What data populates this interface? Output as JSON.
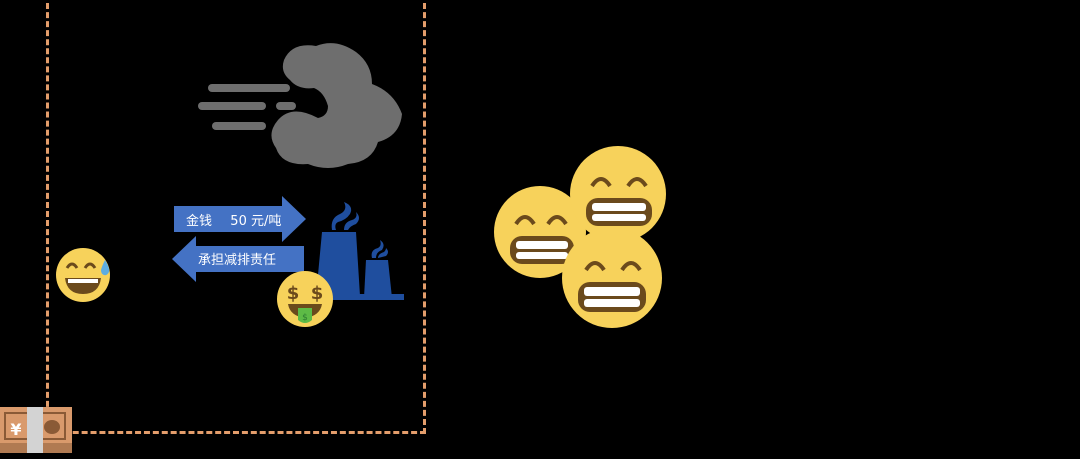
{
  "diagram": {
    "boundary": {
      "style": "dashed",
      "color": "#E39D6B"
    },
    "arrows": [
      {
        "id": "money",
        "direction": "right",
        "label_part1": "金钱",
        "label_part2": "50 元/吨",
        "color": "#4472C4"
      },
      {
        "id": "responsibility",
        "direction": "left",
        "label": "承担减排责任",
        "color": "#4472C4"
      }
    ],
    "icons": {
      "smoke_cloud": {
        "color": "#6E6E6E"
      },
      "factory": {
        "color": "#1F4E9E"
      },
      "money_face": {
        "face": "#F7D25B",
        "tongue": "#5DBB46"
      },
      "sweat_smile": {
        "face": "#F7D25B"
      },
      "grinning_group": {
        "count": 3,
        "face": "#F7D25B"
      },
      "yen_banknote": {
        "color": "#D99A6C",
        "symbol": "¥"
      }
    }
  }
}
